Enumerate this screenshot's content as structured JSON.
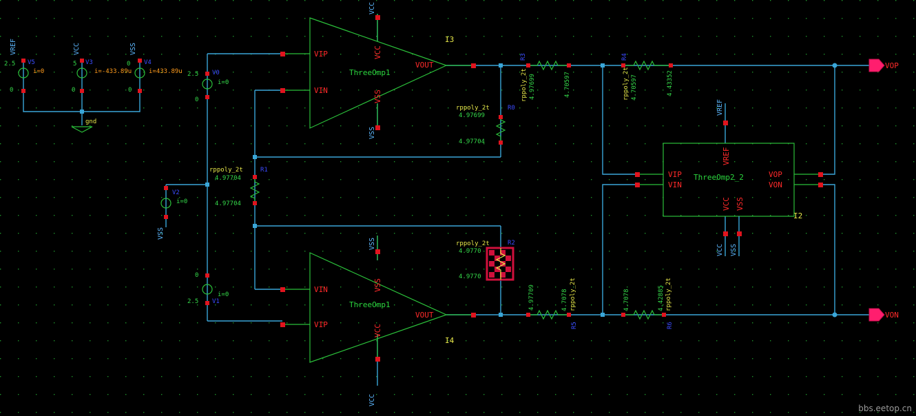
{
  "colors": {
    "background": "#000000",
    "wire": "#3aa6d8",
    "symbol": "#2bbf3a",
    "pin": "#e0141e",
    "port": "#ff1e6e",
    "grid": "#1e8f2a",
    "selection": "#d0103c"
  },
  "opamps": [
    {
      "name": "ThreeOmp1",
      "instance": "I3",
      "pins": [
        "VIP",
        "VIN",
        "VOUT",
        "VCC",
        "VSS"
      ],
      "supply_top": "VCC",
      "supply_bottom": "VSS"
    },
    {
      "name": "ThreeOmp1",
      "instance": "I4",
      "pins": [
        "VIN",
        "VIP",
        "VOUT",
        "VSS",
        "VCC"
      ],
      "supply_top": "VSS",
      "supply_bottom": "VCC"
    }
  ],
  "diff_amp": {
    "name": "ThreeOmp2_2",
    "instance": "I2",
    "pins": [
      "VIP",
      "VIN",
      "VOP",
      "VON",
      "VREF",
      "VCC",
      "VSS"
    ],
    "vref_net": "VREF",
    "vcc_net": "VCC",
    "vss_net": "VSS"
  },
  "sources": {
    "top_left": [
      {
        "net": "VREF",
        "name": "V5",
        "voltage": "2.5",
        "current": "i=0",
        "low": "0"
      },
      {
        "net": "VCC",
        "name": "V3",
        "voltage": "5",
        "current": "i=-433.89u",
        "low": "0"
      },
      {
        "net": "VSS",
        "name": "V4",
        "voltage": "0",
        "current": "i=433.89u",
        "low": "0"
      }
    ],
    "gnd_label": "gnd",
    "v0": {
      "name": "V0",
      "top": "2.5",
      "bottom": "0",
      "current": "i=0"
    },
    "v2": {
      "name": "V2",
      "current": "i=0",
      "net": "VSS"
    },
    "v1": {
      "name": "V1",
      "top": "0",
      "bottom": "2.5",
      "current": "i=0"
    }
  },
  "resistors": [
    {
      "id": "R1",
      "cell": "rppoly_2t",
      "v1": "4.97704",
      "v2": "4.97704"
    },
    {
      "id": "R0",
      "cell": "rppoly_2t",
      "v1": "4.97699",
      "v2": "4.97704"
    },
    {
      "id": "R2",
      "cell": "rppoly_2t",
      "v1": "4.9770",
      "v2": "4.9770"
    },
    {
      "id": "R3",
      "cell": "rppoly_2t",
      "v1": "4.97699",
      "v2": "4.70597"
    },
    {
      "id": "R4",
      "cell": "rppoly_2t",
      "v1": "4.70597",
      "v2": "4.43352"
    },
    {
      "id": "R5",
      "cell": "rppoly_2t",
      "v1": "4.97709",
      "v2": "4.7078"
    },
    {
      "id": "R6",
      "cell": "rppoly_2t",
      "v1": "4.7078",
      "v2": "4.42885"
    }
  ],
  "ports": [
    {
      "name": "VOP"
    },
    {
      "name": "VON"
    }
  ],
  "watermark": "bbs.eetop.cn"
}
